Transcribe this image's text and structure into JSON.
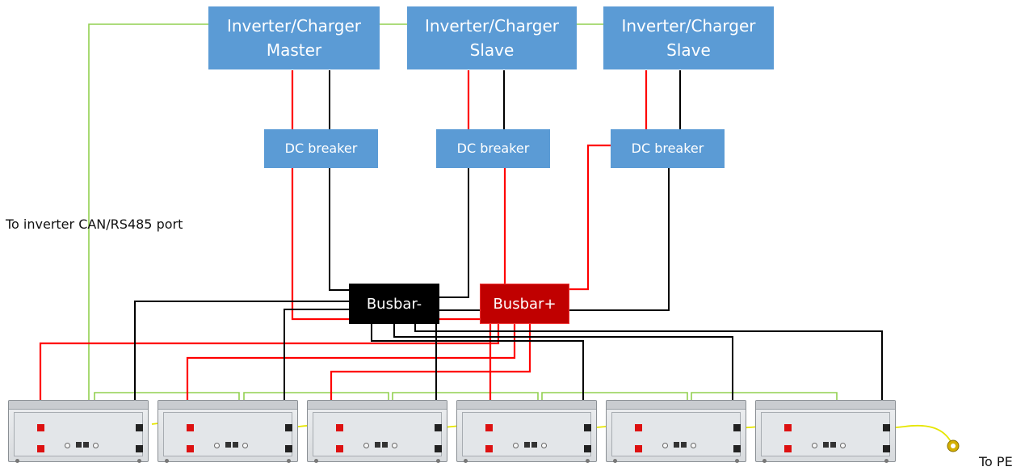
{
  "inverters": [
    {
      "line1": "Inverter/Charger",
      "line2": "Master"
    },
    {
      "line1": "Inverter/Charger",
      "line2": "Slave"
    },
    {
      "line1": "Inverter/Charger",
      "line2": "Slave"
    }
  ],
  "breakers": [
    "DC breaker",
    "DC breaker",
    "DC breaker"
  ],
  "busbars": {
    "negative": "Busbar-",
    "positive": "Busbar+"
  },
  "labels": {
    "can_port": "To inverter CAN/RS485 port",
    "pe": "To PE"
  },
  "battery_count": 6,
  "colors": {
    "inverter_box": "#5b9bd5",
    "positive_wire": "#ff0000",
    "negative_wire": "#000000",
    "comm_wire": "#92d050",
    "ground_wire": "#e6e600"
  }
}
